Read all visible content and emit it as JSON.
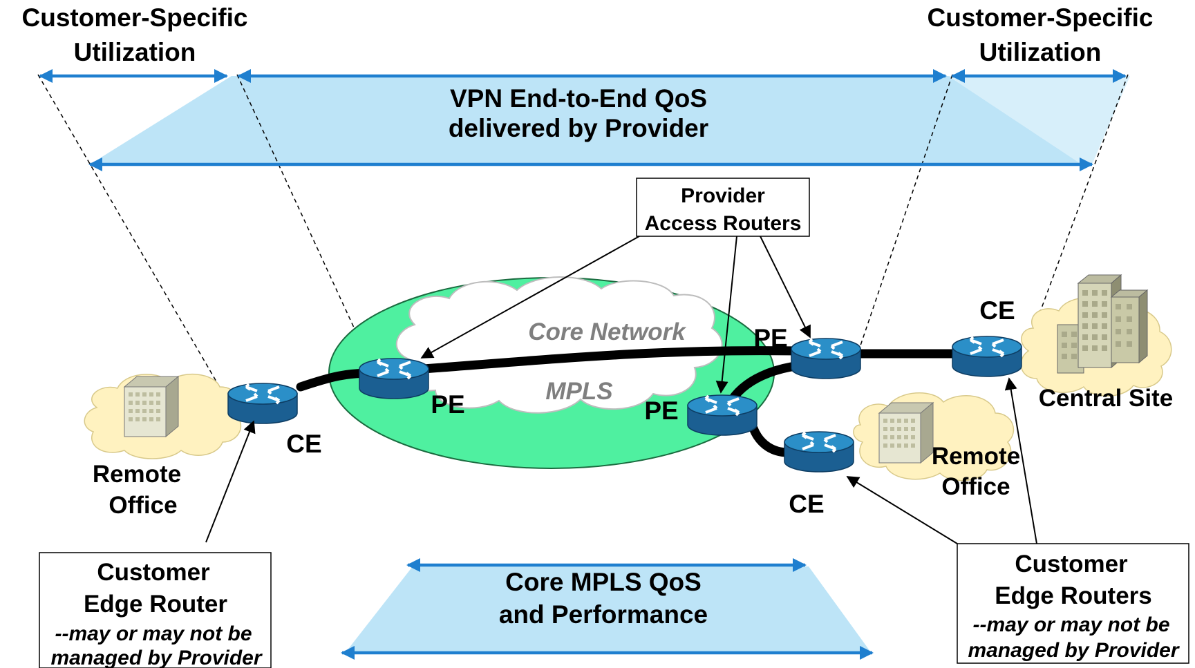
{
  "colors": {
    "accent_arrow": "#1f7fcf",
    "light_band": "#bde4f7",
    "core_ring": "#4ff0a0",
    "cloud_fill": "#fff2c0",
    "router_top": "#2b8fc8",
    "router_body": "#1b5f92"
  },
  "headers": {
    "left_line1": "Customer-Specific",
    "left_line2": "Utilization",
    "right_line1": "Customer-Specific",
    "right_line2": "Utilization"
  },
  "vpn_band": {
    "line1": "VPN End-to-End QoS",
    "line2": "delivered by Provider"
  },
  "core_band": {
    "line1": "Core MPLS QoS",
    "line2": "and Performance"
  },
  "core_cloud": {
    "core_label": "Core Network",
    "mpls_label": "MPLS"
  },
  "callouts": {
    "provider_line1": "Provider",
    "provider_line2": "Access Routers",
    "cust_left_line1": "Customer",
    "cust_left_line2": "Edge Router",
    "cust_left_line3": "--may or may not be",
    "cust_left_line4": "managed by Provider",
    "cust_right_line1": "Customer",
    "cust_right_line2": "Edge Routers",
    "cust_right_line3": "--may or may not be",
    "cust_right_line4": "managed by Provider"
  },
  "routers": {
    "ce": "CE",
    "pe": "PE"
  },
  "sites": {
    "remote_left_line1": "Remote",
    "remote_left_line2": "Office",
    "remote_right_line1": "Remote",
    "remote_right_line2": "Office",
    "central": "Central Site"
  },
  "icons": [
    "router-icon",
    "building-icon",
    "cloud-icon",
    "double-arrow-icon"
  ]
}
